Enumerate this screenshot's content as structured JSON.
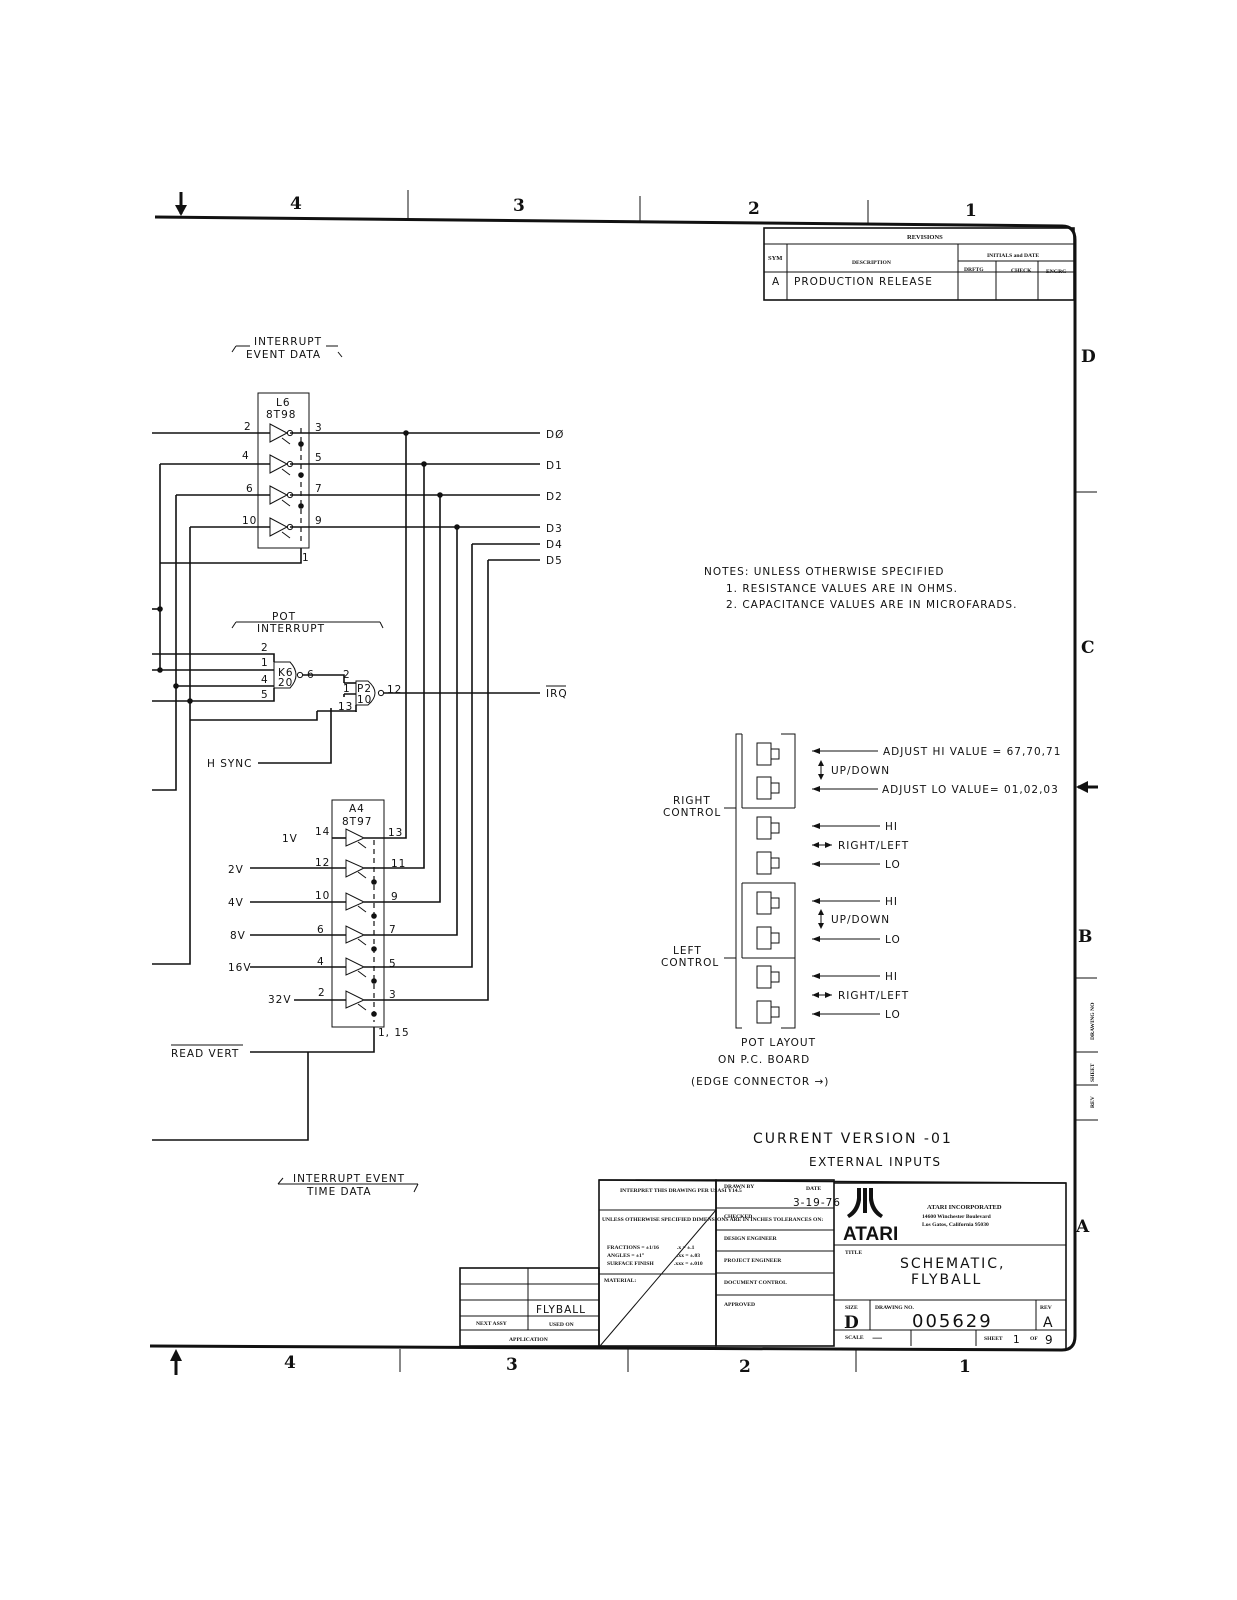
{
  "zones": {
    "top": [
      "4",
      "3",
      "2",
      "1"
    ],
    "bottom": [
      "4",
      "3",
      "2",
      "1"
    ],
    "right": [
      "D",
      "C",
      "B",
      "A"
    ]
  },
  "revisions": {
    "title": "REVISIONS",
    "sym_header": "SYM",
    "desc_header": "DESCRIPTION",
    "initials_header": "INITIALS and DATE",
    "drftg": "DRFTG",
    "check": "CHECK",
    "engrg": "ENGRG",
    "row_sym": "A",
    "row_desc": "PRODUCTION RELEASE"
  },
  "labels": {
    "interrupt_event_1": "INTERRUPT",
    "interrupt_event_2": "EVENT DATA",
    "pot_1": "POT",
    "pot_2": "INTERRUPT",
    "time_1": "INTERRUPT EVENT",
    "time_2": "TIME DATA"
  },
  "chips": {
    "l6_name": "L6",
    "l6_type": "8T98",
    "k6_name": "K6",
    "k6_num": "20",
    "p2_name": "P2",
    "p2_num": "10",
    "a4_name": "A4",
    "a4_type": "8T97"
  },
  "pins": {
    "l6_in": [
      "2",
      "4",
      "6",
      "10"
    ],
    "l6_out": [
      "3",
      "5",
      "7",
      "9"
    ],
    "l6_bottom": "1",
    "k6_in": [
      "2",
      "1",
      "4",
      "5"
    ],
    "k6_out": "6",
    "p2_in": [
      "2",
      "1",
      "13"
    ],
    "p2_out": "12",
    "a4_in": [
      "14",
      "12",
      "10",
      "6",
      "4",
      "2"
    ],
    "a4_out": [
      "13",
      "11",
      "9",
      "7",
      "5",
      "3"
    ],
    "a4_bottom": "1, 15"
  },
  "signals": {
    "data": [
      "DØ",
      "D1",
      "D2",
      "D3",
      "D4",
      "D5"
    ],
    "irq": "IRQ",
    "hsync": "H SYNC",
    "vert": [
      "1V",
      "2V",
      "4V",
      "8V",
      "16V",
      "32V"
    ],
    "read_vert": "READ VERT"
  },
  "notes": {
    "heading": "NOTES: UNLESS OTHERWISE SPECIFIED",
    "n1": "1. RESISTANCE VALUES ARE IN OHMS.",
    "n2": "2. CAPACITANCE VALUES ARE IN MICROFARADS."
  },
  "pot_layout": {
    "adjust_hi": "ADJUST HI VALUE = 67,70,71",
    "updown": "UP/DOWN",
    "adjust_lo": "ADJUST LO VALUE= 01,02,03",
    "right_control_1": "RIGHT",
    "right_control_2": "CONTROL",
    "left_control_1": "LEFT",
    "left_control_2": "CONTROL",
    "hi": "HI",
    "lo": "LO",
    "rightleft": "RIGHT/LEFT",
    "caption_1": "POT LAYOUT",
    "caption_2": "ON P.C. BOARD",
    "caption_3": "(EDGE CONNECTOR →)"
  },
  "version": {
    "line1": "CURRENT VERSION -01",
    "line2": "EXTERNAL INPUTS"
  },
  "title_block": {
    "interpret": "INTERPRET THIS DRAWING PER USASI Y14.5",
    "unless": "UNLESS OTHERWISE SPECIFIED DIMENSIONS ARE IN INCHES TOLERANCES ON:",
    "fractions": "FRACTIONS = ±1/16",
    "angles": "ANGLES = ±1°",
    "surface": "SURFACE FINISH",
    "dec1": ".x = ±.1",
    "dec2": ".xx = ±.03",
    "dec3": ".xxx = ±.010",
    "material": "MATERIAL:",
    "drawn_by": "DRAWN BY",
    "date": "DATE",
    "date_value": "3-19-76",
    "checked": "CHECKED",
    "design_engineer": "DESIGN ENGINEER",
    "project_engineer": "PROJECT ENGINEER",
    "document_control": "DOCUMENT CONTROL",
    "approved": "APPROVED",
    "company": "ATARI INCORPORATED",
    "address1": "14600 Winchester Boulevard",
    "address2": "Los Gatos, California 95030",
    "logo": "ATARI",
    "title_label": "TITLE",
    "title1": "SCHEMATIC,",
    "title2": "FLYBALL",
    "size_label": "SIZE",
    "size": "D",
    "drawing_no_label": "DRAWING NO.",
    "drawing_no": "005629",
    "rev_label": "REV",
    "rev": "A",
    "scale_label": "SCALE",
    "scale": "—",
    "sheet_label": "SHEET",
    "sheet": "1",
    "of_label": "OF",
    "of": "9",
    "next_assy": "NEXT ASSY",
    "used_on": "USED ON",
    "used_on_value": "FLYBALL",
    "application": "APPLICATION"
  },
  "side_strip": {
    "drawing_no": "DRAWING NO",
    "sheet": "SHEET",
    "rev": "REV"
  }
}
